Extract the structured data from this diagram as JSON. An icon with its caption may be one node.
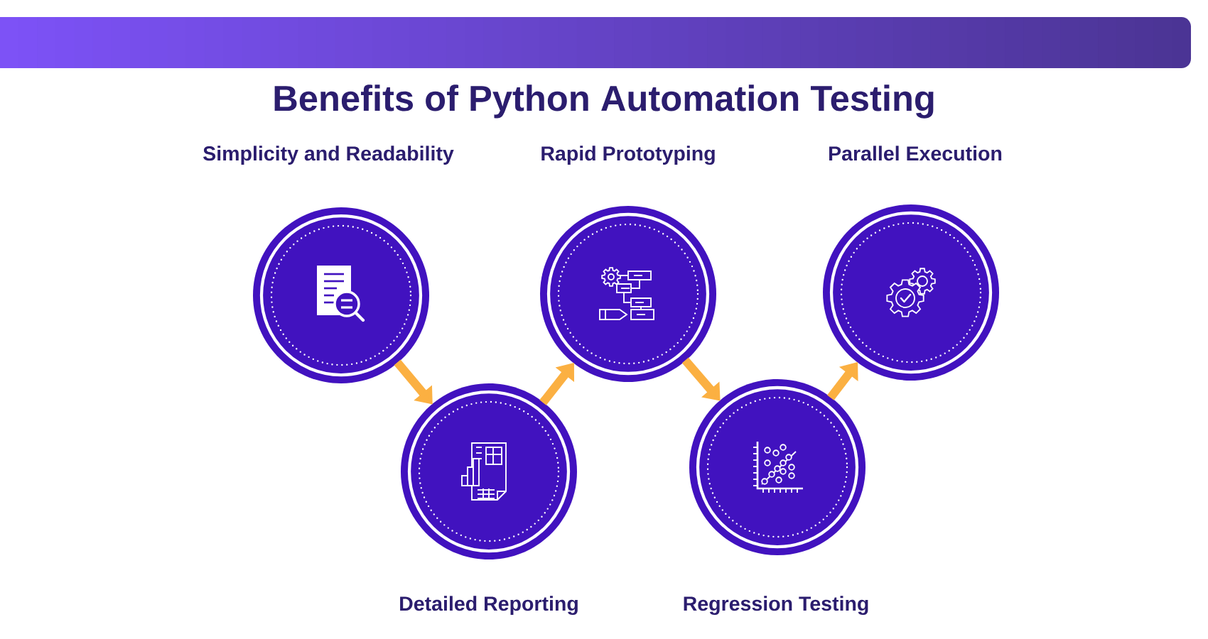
{
  "diagram": {
    "title": "Benefits of Python Automation Testing",
    "nodes": [
      {
        "text": [
          "Simplicity and Readability"
        ]
      },
      {
        "text": [
          "Detailed Reporting"
        ]
      },
      {
        "text": [
          "Rapid Prototyping"
        ]
      },
      {
        "text": [
          "Regression Testing"
        ]
      },
      {
        "text": [
          "Parallel Execution"
        ]
      }
    ],
    "edges": [
      {
        "from": 0,
        "to": 1,
        "arrow": "to"
      },
      {
        "from": 1,
        "to": 2,
        "arrow": "to"
      },
      {
        "from": 2,
        "to": 3,
        "arrow": "to"
      },
      {
        "from": 3,
        "to": 4,
        "arrow": "to"
      }
    ]
  }
}
